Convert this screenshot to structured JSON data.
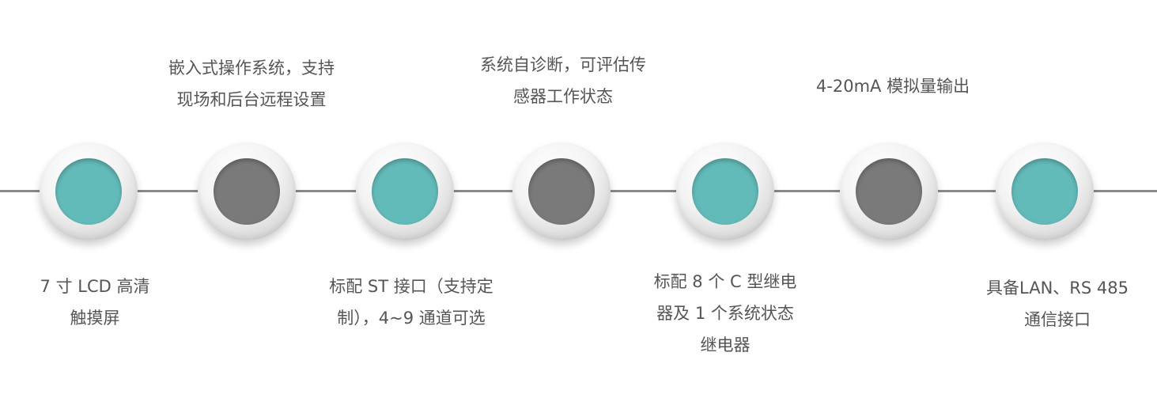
{
  "colors": {
    "teal": "#63bbb9",
    "gray": "#7a7a7a",
    "line": "#8a8a8a",
    "text": "#555555"
  },
  "features": [
    {
      "color": "teal",
      "position": "below",
      "lines": [
        "7 寸 LCD 高清",
        "触摸屏"
      ]
    },
    {
      "color": "gray",
      "position": "above",
      "lines": [
        "嵌入式操作系统，支持",
        "现场和后台远程设置"
      ]
    },
    {
      "color": "teal",
      "position": "below",
      "lines": [
        "标配 ST 接口（支持定",
        "制），4~9 通道可选"
      ]
    },
    {
      "color": "gray",
      "position": "above",
      "lines": [
        "系统自诊断，可评估传",
        "感器工作状态"
      ]
    },
    {
      "color": "teal",
      "position": "below",
      "lines": [
        "标配 8 个 C 型继电",
        "器及 1 个系统状态",
        "继电器"
      ]
    },
    {
      "color": "gray",
      "position": "above",
      "lines": [
        "4-20mA 模拟量输出"
      ]
    },
    {
      "color": "teal",
      "position": "below",
      "lines": [
        "具备LAN、RS 485",
        "通信接口"
      ]
    }
  ]
}
